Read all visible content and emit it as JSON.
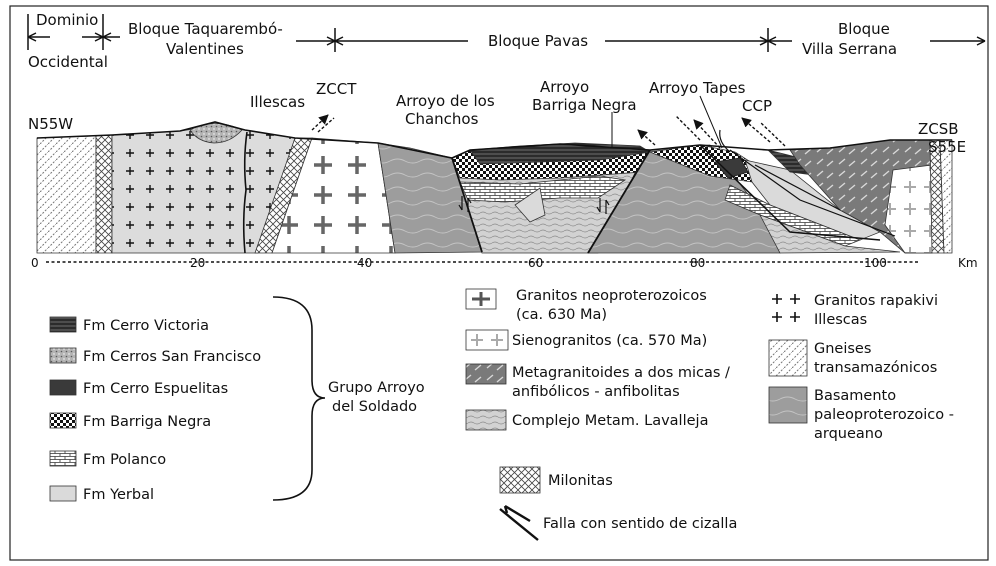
{
  "blocks": {
    "dominio_line1": "Dominio",
    "dominio_line2": "Occidental",
    "taquarembo_line1": "Bloque Taquarembó-",
    "taquarembo_line2": "Valentines",
    "pavas": "Bloque Pavas",
    "villa_line1": "Bloque",
    "villa_line2": "Villa Serrana"
  },
  "section": {
    "nw": "N55W",
    "se_top": "ZCSB",
    "se": "S55E",
    "illescas": "Illescas",
    "zcct": "ZCCT",
    "chanchos_line1": "Arroyo de los",
    "chanchos_line2": "Chanchos",
    "barriga_line1": "Arroyo",
    "barriga_line2": "Barriga Negra",
    "tapes": "Arroyo Tapes",
    "ccp": "CCP"
  },
  "scale": {
    "ticks": [
      "0",
      "20",
      "40",
      "60",
      "80",
      "100"
    ],
    "unit": "Km"
  },
  "legend": {
    "left": [
      {
        "label": "Fm Cerro Victoria"
      },
      {
        "label": "Fm Cerros San Francisco"
      },
      {
        "label": "Fm Cerro Espuelitas"
      },
      {
        "label": "Fm Barriga Negra"
      },
      {
        "label": "Fm Polanco"
      },
      {
        "label": "Fm Yerbal"
      }
    ],
    "group_line1": "Grupo Arroyo",
    "group_line2": "del Soldado",
    "mid": [
      {
        "line1": "Granitos neoproterozoicos",
        "line2": "(ca. 630 Ma)"
      },
      {
        "line1": "Sienogranitos (ca. 570 Ma)",
        "line2": ""
      },
      {
        "line1": "Metagranitoides a dos micas /",
        "line2": "anfibólicos - anfibolitas"
      },
      {
        "line1": "Complejo Metam. Lavalleja",
        "line2": ""
      }
    ],
    "right": [
      {
        "line1": "Granitos rapakivi",
        "line2": "Illescas",
        "line3": ""
      },
      {
        "line1": "Gneises",
        "line2": "transamazónicos",
        "line3": ""
      },
      {
        "line1": "Basamento",
        "line2": "paleoproterozoico -",
        "line3": "arqueano"
      }
    ],
    "milonitas": "Milonitas",
    "falla": "Falla con sentido de cizalla"
  }
}
